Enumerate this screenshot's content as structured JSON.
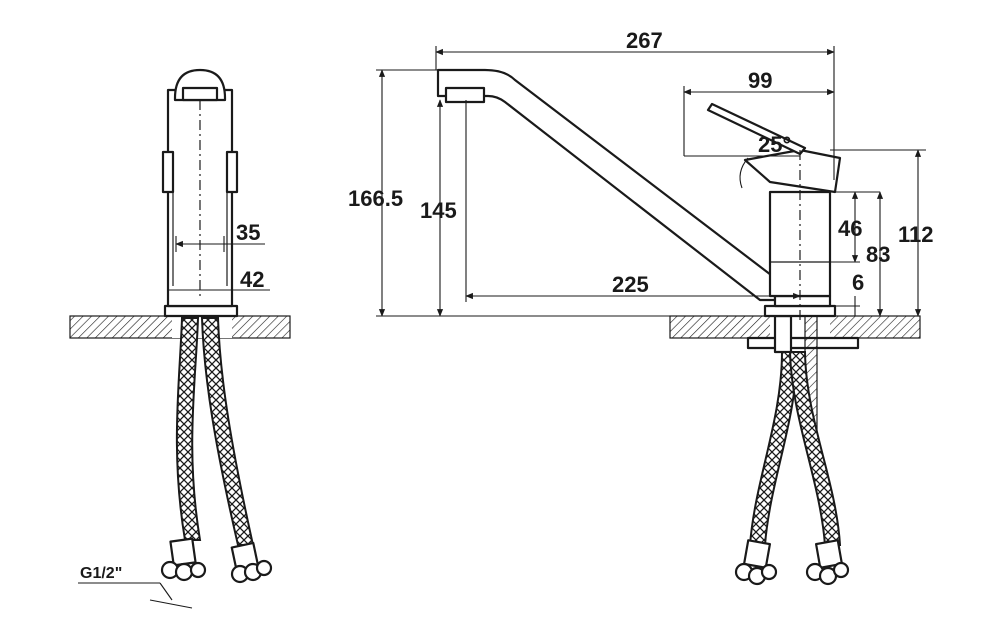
{
  "dimensions": {
    "overall_length": "267",
    "handle_reach": "99",
    "handle_angle": "25°",
    "total_height": "166.5",
    "spout_height": "145",
    "body_height_upper": "46",
    "body_height": "83",
    "handle_height": "112",
    "spout_reach": "225",
    "base_height": "6",
    "body_diameter": "35",
    "base_diameter": "42",
    "thread": "G1/2\""
  }
}
